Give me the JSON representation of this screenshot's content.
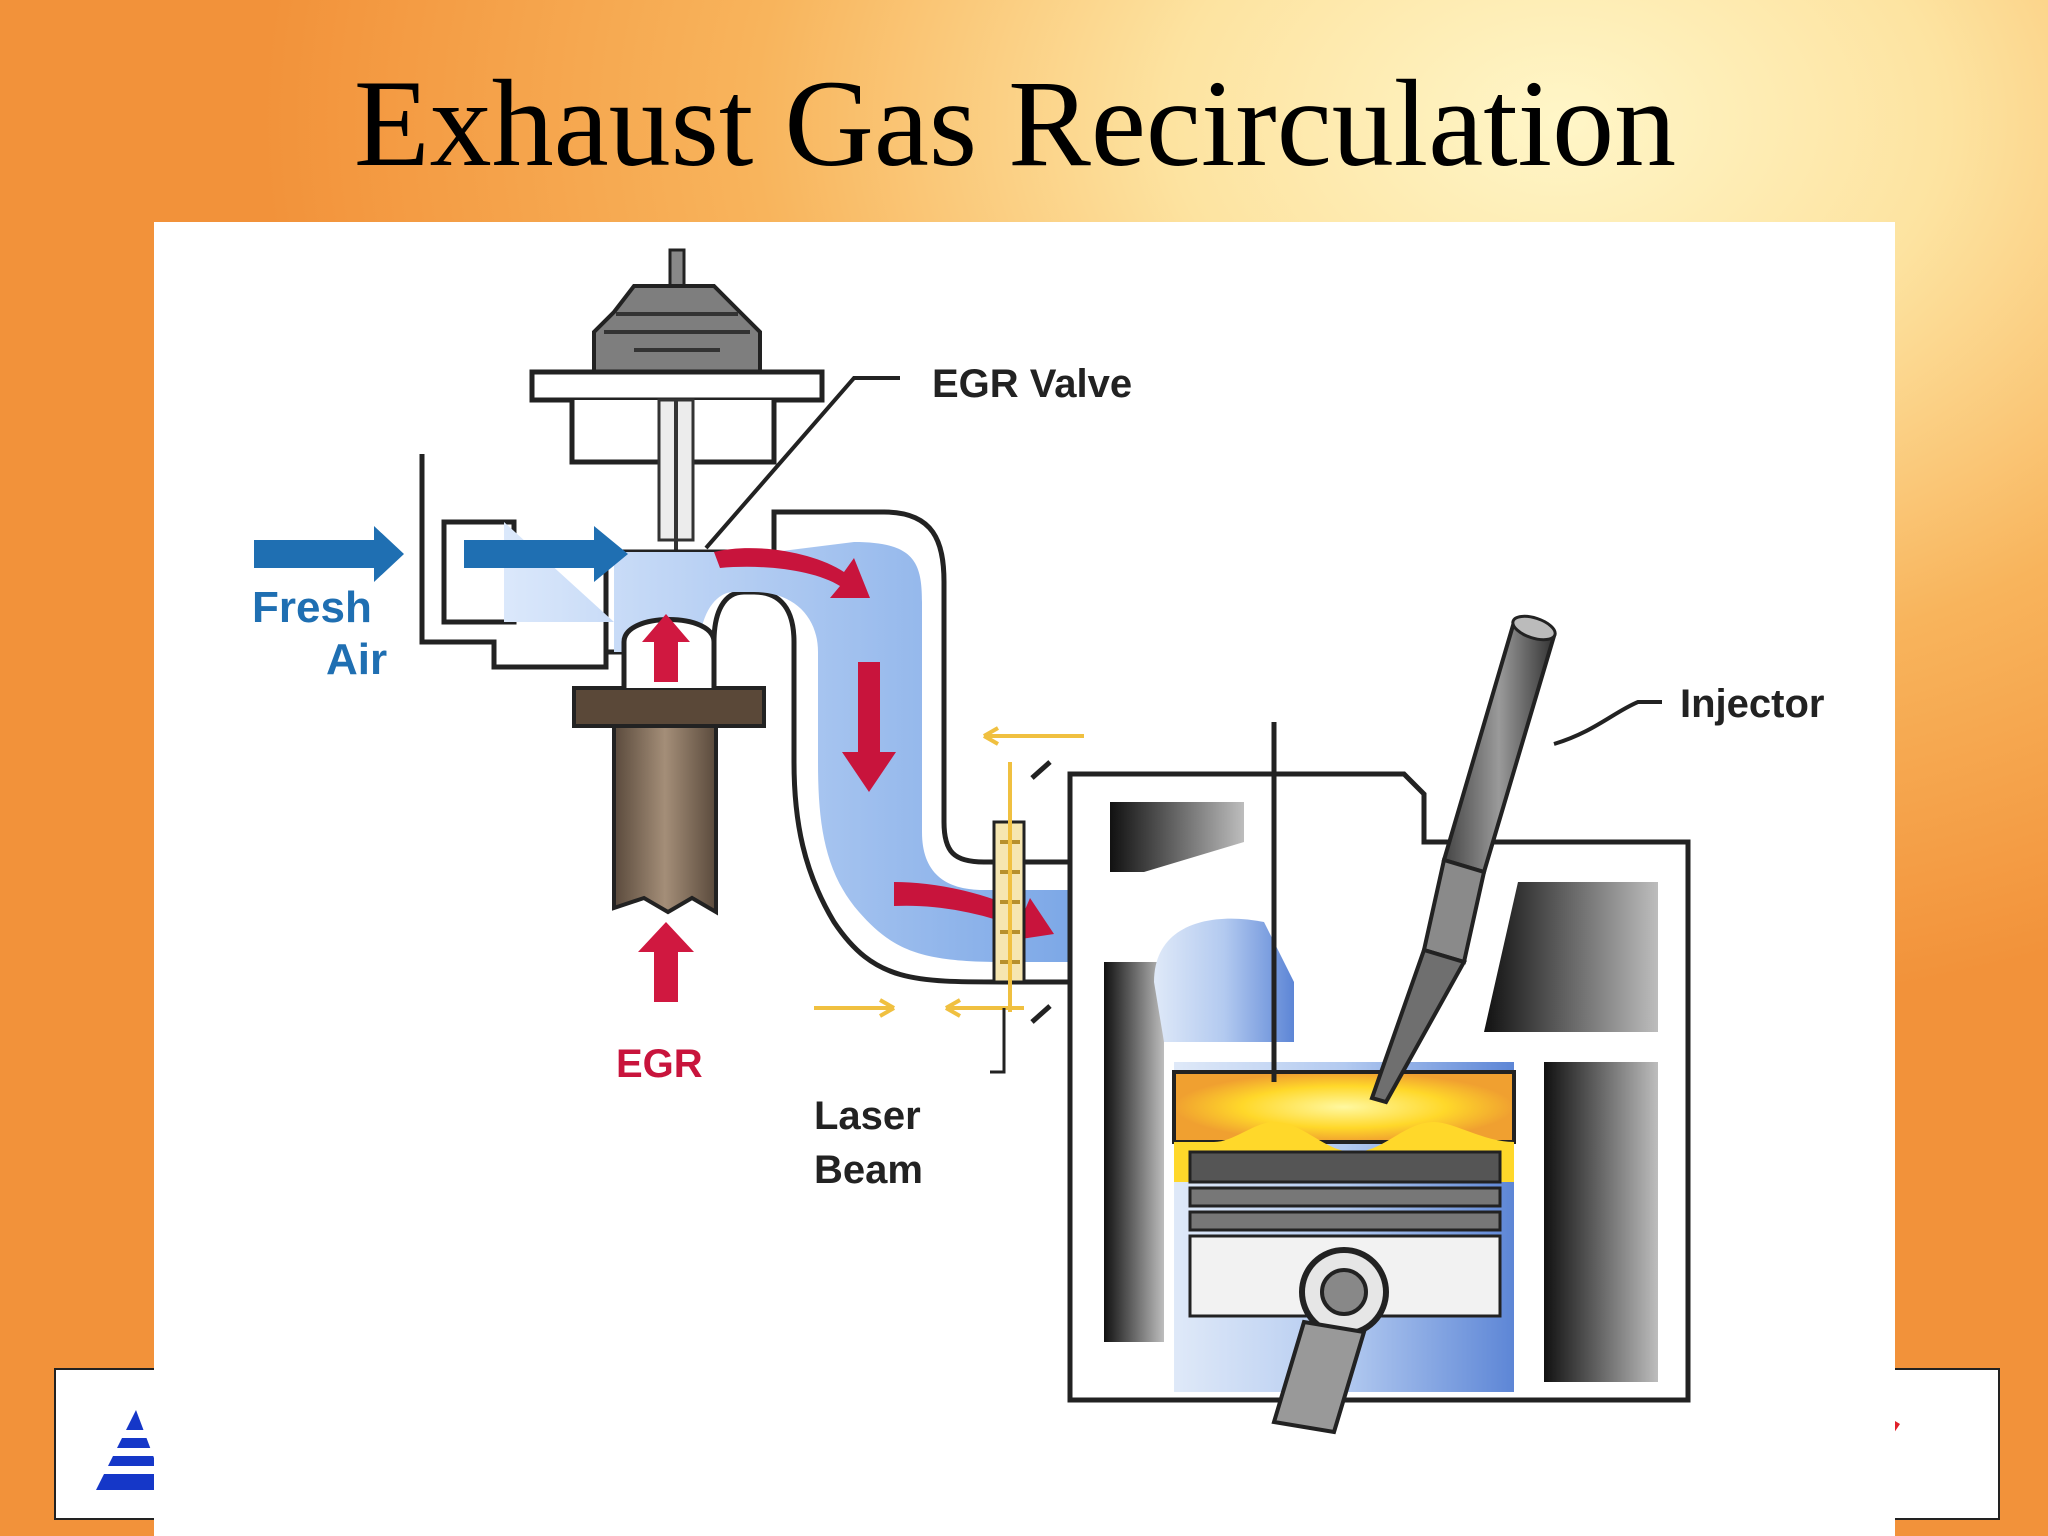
{
  "slide": {
    "title": "Exhaust Gas Recirculation"
  },
  "diagram": {
    "labels": {
      "egr_valve": "EGR Valve",
      "fresh_air_line1": "Fresh",
      "fresh_air_line2": "Air",
      "egr": "EGR",
      "injector": "Injector",
      "laser_line1": "Laser",
      "laser_line2": "Beam"
    },
    "colors": {
      "fresh_air": "#1f6fb2",
      "egr": "#c8143c",
      "intake_flow": "#8fb8ee",
      "exhaust_pipe": "#7a6858",
      "laser": "#f0c040",
      "combustion": "#f7b84a"
    }
  },
  "footer": {
    "left_logo_icon": "company-logo-icon",
    "right_logo_icon": "company-logo-mark-icon"
  }
}
